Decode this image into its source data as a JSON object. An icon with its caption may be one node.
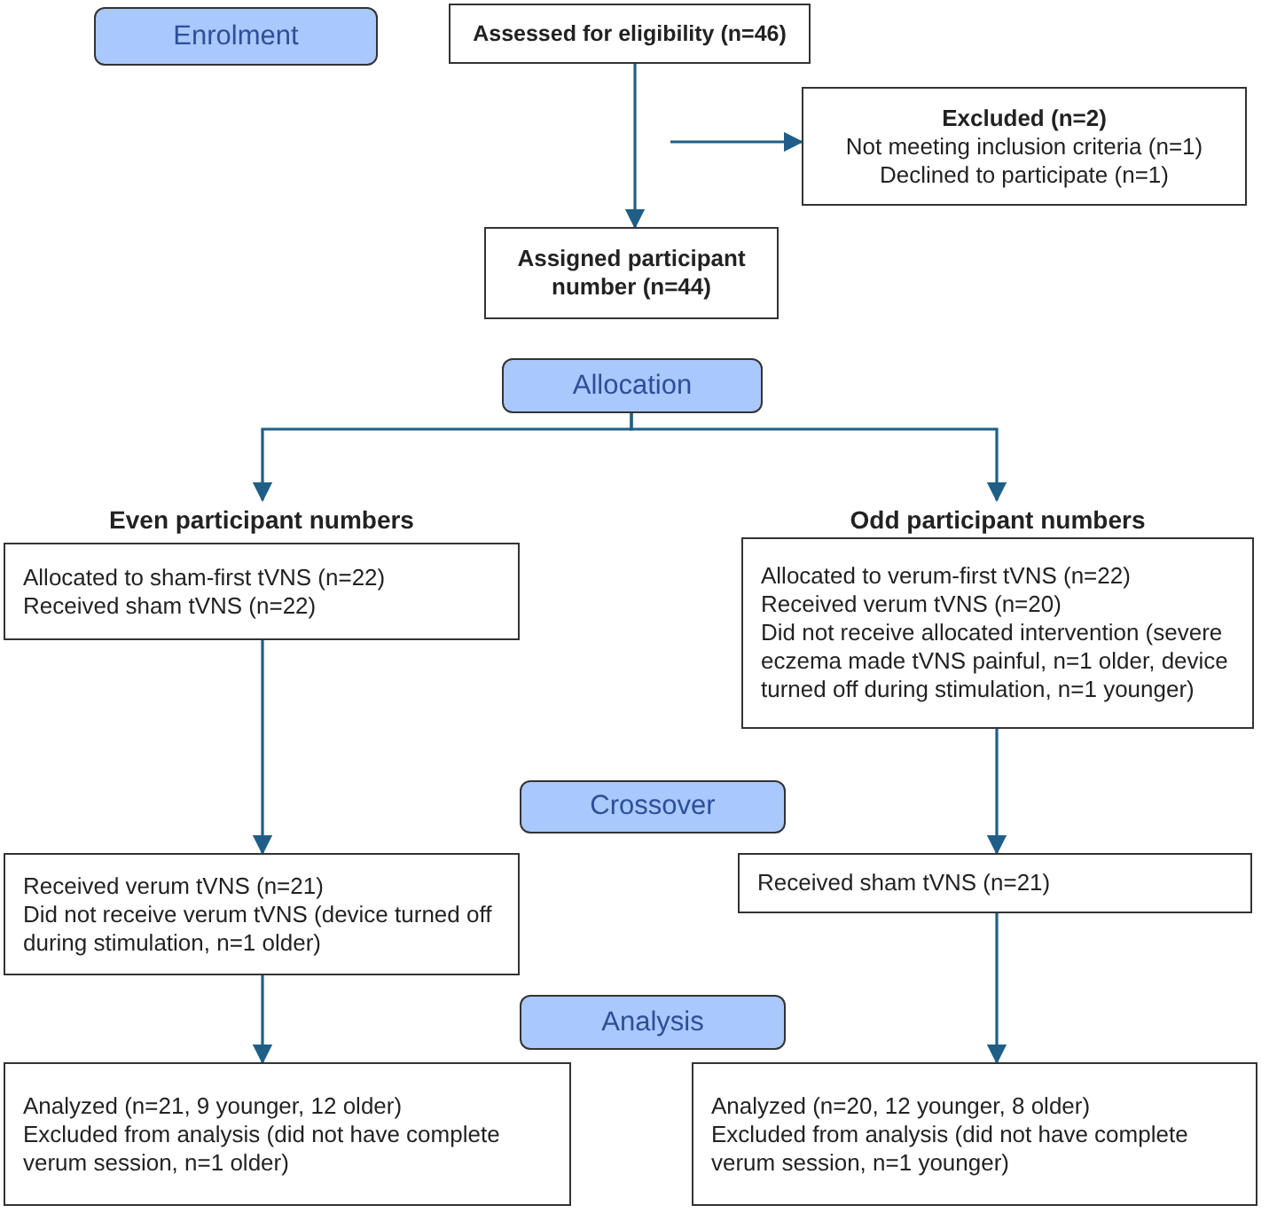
{
  "diagram": {
    "nodes": [
      {
        "text": [
          "Enrolment"
        ]
      },
      {
        "text": [
          "Assessed for eligibility (n=46)"
        ]
      },
      {
        "text": [
          "Excluded (n=2)",
          "Not meeting inclusion criteria (n=1)",
          "Declined to participate (n=1)"
        ]
      },
      {
        "text": [
          "Assigned participant number (n=44)"
        ]
      },
      {
        "text": [
          "Allocation"
        ]
      },
      {
        "text": [
          "Even participant numbers",
          "Allocated to sham-first tVNS (n=22)",
          "Received sham tVNS (n=22)"
        ]
      },
      {
        "text": [
          "Odd participant numbers",
          "Allocated to verum-first tVNS (n=22)",
          "Received verum tVNS (n=20)",
          "Did not receive allocated intervention (severe eczema made tVNS painful, n=1 older, device turned off during stimulation, n=1 younger)"
        ]
      },
      {
        "text": [
          "Crossover"
        ]
      },
      {
        "text": [
          "Received verum tVNS (n=21)",
          "Did not receive verum tVNS (device turned off during stimulation, n=1 older)"
        ]
      },
      {
        "text": [
          "Received sham tVNS (n=21)"
        ]
      },
      {
        "text": [
          "Analysis"
        ]
      },
      {
        "text": [
          "Analyzed (n=21, 9 younger, 12 older)",
          "Excluded from analysis (did not have complete verum session, n=1 older)"
        ]
      },
      {
        "text": [
          "Analyzed (n=20, 12 younger, 8 older)",
          "Excluded from analysis (did not have complete verum session, n=1 younger)"
        ]
      }
    ],
    "edges": [
      {
        "from": 1,
        "to": 3,
        "arrow": "to"
      },
      {
        "from": null,
        "to": 2,
        "arrow": "to"
      },
      {
        "from": 4,
        "to": 5,
        "arrow": "to"
      },
      {
        "from": 4,
        "to": 6,
        "arrow": "to"
      },
      {
        "from": 5,
        "to": 8,
        "arrow": "to"
      },
      {
        "from": 6,
        "to": 9,
        "arrow": "to"
      },
      {
        "from": 8,
        "to": 11,
        "arrow": "to"
      },
      {
        "from": 9,
        "to": 12,
        "arrow": "to"
      }
    ]
  }
}
